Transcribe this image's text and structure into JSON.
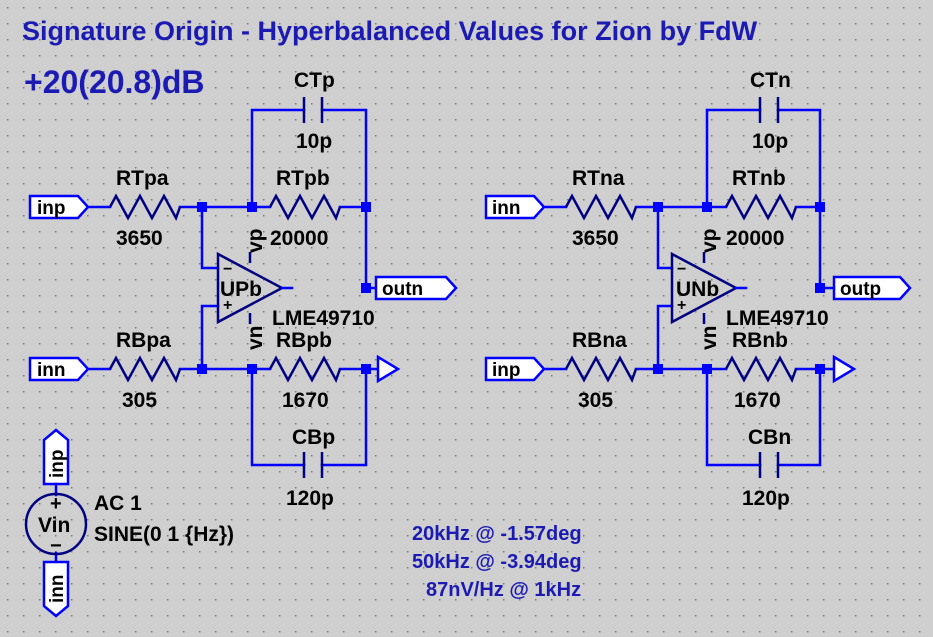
{
  "title": "Signature Origin - Hyperbalanced Values for Zion by FdW",
  "gain": "+20(20.8)dB",
  "notes": [
    "20kHz @ -1.57deg",
    "50kHz @ -3.94deg",
    "87nV/Hz @ 1kHz"
  ],
  "colors": {
    "background": "#cfcfcf",
    "wire": "#0000ff",
    "component": "#000080",
    "text": "#1b1bb4"
  },
  "left_stage": {
    "ctp": {
      "name": "CTp",
      "value": "10p"
    },
    "rtpa": {
      "name": "RTpa",
      "value": "3650"
    },
    "rtpb": {
      "name": "RTpb",
      "value": "20000"
    },
    "rbpa": {
      "name": "RBpa",
      "value": "305"
    },
    "rbpb": {
      "name": "RBpb",
      "value": "1670"
    },
    "cbp": {
      "name": "CBp",
      "value": "120p"
    },
    "opamp": {
      "name": "UPb",
      "model": "LME49710",
      "vp": "vp",
      "vn": "vn"
    },
    "in_top": "inp",
    "in_bottom": "inn",
    "out": "outn"
  },
  "right_stage": {
    "ctn": {
      "name": "CTn",
      "value": "10p"
    },
    "rtna": {
      "name": "RTna",
      "value": "3650"
    },
    "rtnb": {
      "name": "RTnb",
      "value": "20000"
    },
    "rbna": {
      "name": "RBna",
      "value": "305"
    },
    "rbnb": {
      "name": "RBnb",
      "value": "1670"
    },
    "cbn": {
      "name": "CBn",
      "value": "120p"
    },
    "opamp": {
      "name": "UNb",
      "model": "LME49710",
      "vp": "vp",
      "vn": "vn"
    },
    "in_top": "inn",
    "in_bottom": "inp",
    "out": "outp"
  },
  "source": {
    "name": "Vin",
    "ac": "AC 1",
    "sine": "SINE(0 1 {Hz})",
    "top_net": "inp",
    "bottom_net": "inn"
  }
}
